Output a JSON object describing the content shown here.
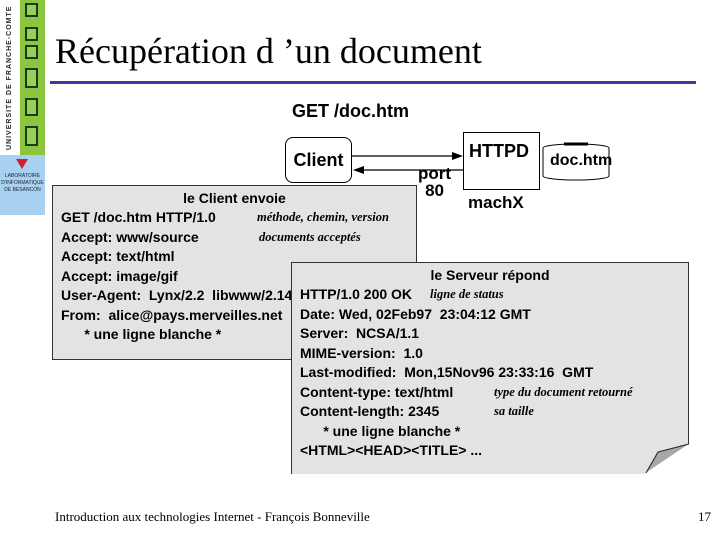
{
  "sidebar": {
    "university": "UNIVERSITE DE FRANCHE-COMTE",
    "lab": "LABORATOIRE D'INFORMATIQUE DE BESANCON"
  },
  "title": "Récupération d ’un document",
  "diagram": {
    "request": "GET /doc.htm",
    "client": "Client",
    "server": "HTTPD",
    "port": "port",
    "port_number": "80",
    "machine": "machX",
    "file": "doc.htm"
  },
  "client_box": {
    "heading": "le Client envoie",
    "lines": [
      "GET  /doc.htm  HTTP/1.0",
      "Accept: www/source",
      "Accept: text/html",
      "Accept: image/gif",
      "User-Agent:  Lynx/2.2  libwww/2.14",
      "From:  alice@pays.merveilles.net",
      "      * une ligne blanche *"
    ],
    "notes": [
      "méthode, chemin, version",
      "documents acceptés"
    ]
  },
  "server_box": {
    "heading": "le Serveur répond",
    "lines": [
      "HTTP/1.0 200 OK",
      "Date: Wed, 02Feb97  23:04:12 GMT",
      "Server:  NCSA/1.1",
      "MIME-version:  1.0",
      "Last-modified:  Mon,15Nov96 23:33:16  GMT",
      "Content-type: text/html",
      "Content-length: 2345",
      "      * une ligne blanche *",
      "<HTML><HEAD><TITLE> ..."
    ],
    "notes": [
      "ligne de status",
      "type du document retourné",
      "sa taille"
    ]
  },
  "footer": {
    "text": "Introduction aux technologies Internet - François Bonneville",
    "page": "17"
  }
}
